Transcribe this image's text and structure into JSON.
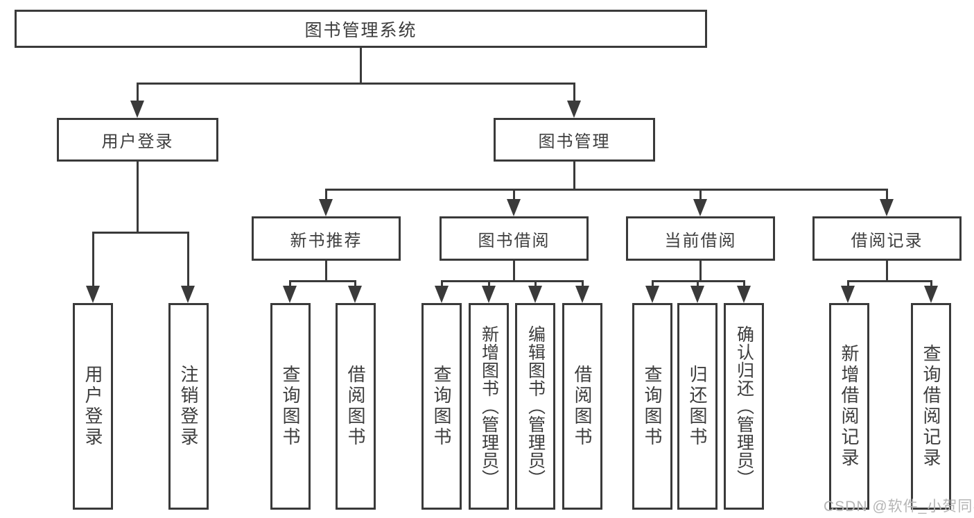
{
  "tree": {
    "label": "图书管理系统",
    "children": [
      {
        "label": "用户登录",
        "children": [
          {
            "label": "用户登录"
          },
          {
            "label": "注销登录"
          }
        ]
      },
      {
        "label": "图书管理",
        "children": [
          {
            "label": "新书推荐",
            "children": [
              {
                "label": "查询图书"
              },
              {
                "label": "借阅图书"
              }
            ]
          },
          {
            "label": "图书借阅",
            "children": [
              {
                "label": "查询图书"
              },
              {
                "label": "新增图书（管理员）"
              },
              {
                "label": "编辑图书（管理员）"
              },
              {
                "label": "借阅图书"
              }
            ]
          },
          {
            "label": "当前借阅",
            "children": [
              {
                "label": "查询图书"
              },
              {
                "label": "归还图书"
              },
              {
                "label": "确认归还（管理员）"
              }
            ]
          },
          {
            "label": "借阅记录",
            "children": [
              {
                "label": "新增借阅记录"
              },
              {
                "label": "查询借阅记录"
              }
            ]
          }
        ]
      }
    ]
  },
  "watermark": {
    "text": "CSDN @软件_小贺同学"
  },
  "colors": {
    "line": "#3a3a3a",
    "text": "#3d3d3d",
    "watermark": "#b5b5b5",
    "background": "#ffffff"
  }
}
